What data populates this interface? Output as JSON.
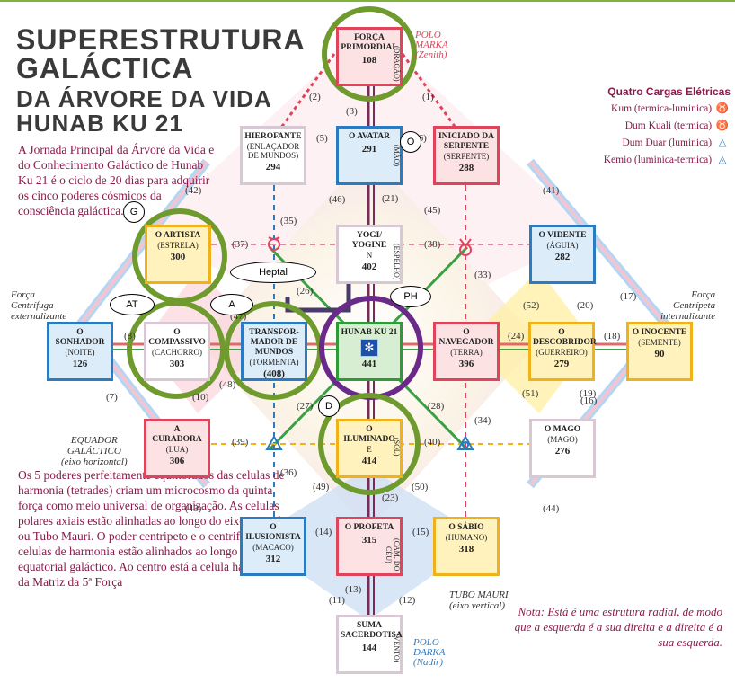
{
  "title": {
    "line1": "SUPERESTRUTURA",
    "line2": "GALÁCTICA",
    "line3": "DA ÁRVORE DA VIDA",
    "line4": "HUNAB KU 21"
  },
  "intro_text": "A Jornada Principal da Árvore da Vida e do Conhecimento Galáctico de Hunab Ku 21 é o ciclo de 20 dias para adquirir os cinco poderes cósmicos da consciência galáctica.",
  "legend": {
    "heading": "Quatro Cargas Elétricas",
    "items": [
      {
        "label": "Kum (termica-luminica)",
        "icon": "kum-icon"
      },
      {
        "label": "Dum Kuali (termica)",
        "icon": "dum-kuali-icon"
      },
      {
        "label": "Dum Duar (luminica)",
        "icon": "dum-duar-icon"
      },
      {
        "label": "Kemio (luminica-termica)",
        "icon": "kemio-icon"
      }
    ]
  },
  "side_labels": {
    "left": "Força\nCentrífuga\nexternalizante",
    "right": "Força\nCentrípeta\ninternalizante",
    "equador": "EQUADOR\nGALÁCTICO\n(eixo horizontal)",
    "tubo": "TUBO MAURI\n(eixo vertical)",
    "polo_top": "POLO\nMARKA\n(Zenith)",
    "polo_bottom": "POLO\nDARKA\n(Nadir)"
  },
  "bottom_text": "Os 5 poderes perfeitamente equilibrados das celulas de harmonia (tetrades) criam um microcosmo da quinta força como meio universal de organização. As celulas polares axiais estão alinhadas ao longo do eixo central, ou Tubo Mauri. O poder centripeto e o centrifugo das celulas de harmonia estão alinhados ao longo do eixo equatorial galáctico. Ao centro está a celula harmonica da Matriz da 5ª Força",
  "note": "Nota: Está é uma estrutura radial, de modo que a esquerda é a sua direita e a direita é a sua esquerda.",
  "cells": [
    {
      "id": "forca",
      "name": "Força Primordial",
      "sub": "",
      "side": "(Dragão)",
      "num": "108",
      "color": "red"
    },
    {
      "id": "hierofante",
      "name": "Hierofante",
      "sub": "(Enlaçador de Mundos)",
      "side": "",
      "num": "294",
      "color": "white"
    },
    {
      "id": "avatar",
      "name": "O Avatar",
      "sub": "",
      "side": "(Mão)",
      "num": "291",
      "color": "blue"
    },
    {
      "id": "iniciado",
      "name": "Iniciado da Serpente",
      "sub": "(Serpente)",
      "side": "",
      "num": "288",
      "color": "red"
    },
    {
      "id": "artista",
      "name": "O Artista",
      "sub": "(Estrela)",
      "side": "",
      "num": "300",
      "color": "yellow"
    },
    {
      "id": "yogi",
      "name": "Yogi/ Yogine",
      "sub": "N",
      "side": "(Espelho)",
      "num": "402",
      "color": "white"
    },
    {
      "id": "vidente",
      "name": "O Vidente",
      "sub": "(Águia)",
      "side": "",
      "num": "282",
      "color": "blue"
    },
    {
      "id": "sonhador",
      "name": "O Sonhador",
      "sub": "(Noite)",
      "side": "",
      "num": "126",
      "color": "blue"
    },
    {
      "id": "compassivo",
      "name": "O Compassivo",
      "sub": "(Cachorro)",
      "side": "",
      "num": "303",
      "color": "white"
    },
    {
      "id": "transformador",
      "name": "Transfor-mador de Mundos",
      "sub": "(Tormenta)",
      "side": "",
      "num": "(408)",
      "color": "blue"
    },
    {
      "id": "hunab",
      "name": "Hunab Ku 21",
      "sub": "",
      "side": "",
      "num": "441",
      "color": "green"
    },
    {
      "id": "navegador",
      "name": "O Navegador",
      "sub": "(Terra)",
      "side": "",
      "num": "396",
      "color": "red"
    },
    {
      "id": "descobridor",
      "name": "O Descobridor",
      "sub": "(Guerreiro)",
      "side": "",
      "num": "279",
      "color": "yellow"
    },
    {
      "id": "inocente",
      "name": "O Inocente",
      "sub": "(Semente)",
      "side": "",
      "num": "90",
      "color": "yellow"
    },
    {
      "id": "curadora",
      "name": "A Curadora",
      "sub": "(Lua)",
      "side": "",
      "num": "306",
      "color": "red"
    },
    {
      "id": "iluminado",
      "name": "O Iluminado",
      "sub": "E",
      "side": "(Sol)",
      "num": "414",
      "color": "yellow"
    },
    {
      "id": "mago",
      "name": "O Mago",
      "sub": "(Mago)",
      "side": "",
      "num": "276",
      "color": "white"
    },
    {
      "id": "ilusionista",
      "name": "O Ilusionista",
      "sub": "(Macaco)",
      "side": "",
      "num": "312",
      "color": "blue"
    },
    {
      "id": "profeta",
      "name": "O Profeta",
      "sub": "",
      "side": "(Cam. do Céu)",
      "num": "315",
      "color": "red"
    },
    {
      "id": "sabio",
      "name": "O Sábio",
      "sub": "(Humano)",
      "side": "",
      "num": "318",
      "color": "yellow"
    },
    {
      "id": "suma",
      "name": "Suma Sacerdotisa",
      "sub": "",
      "side": "(Vento)",
      "num": "144",
      "color": "white"
    }
  ],
  "path_labels": [
    "(1)",
    "(2)",
    "(3)",
    "(5)",
    "(6)",
    "(11)",
    "(12)",
    "(13)",
    "(14)",
    "(15)",
    "(16)",
    "(17)",
    "(18)",
    "(19)",
    "(20)",
    "(21)",
    "(23)",
    "(24)",
    "(26)",
    "(27)",
    "(28)",
    "(33)",
    "(34)",
    "(35)",
    "(36)",
    "(37)",
    "(38)",
    "(39)",
    "(40)",
    "(41)",
    "(42)",
    "(43)",
    "(44)",
    "(45)",
    "(46)",
    "(47)",
    "(48)",
    "(49)",
    "(50)",
    "(51)",
    "(52)",
    "(8)",
    "(7)",
    "(10)"
  ],
  "annotations": {
    "bubbles": [
      "O",
      "G",
      "AT",
      "A",
      "Heptal",
      "PH",
      "D"
    ]
  }
}
